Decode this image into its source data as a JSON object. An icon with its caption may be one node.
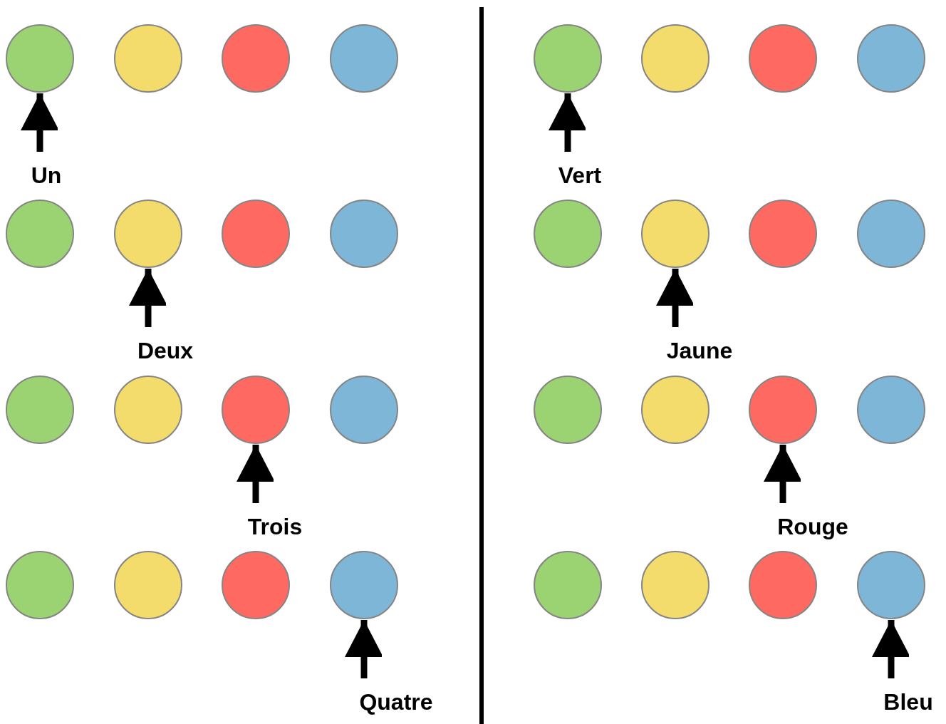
{
  "diagram": {
    "nodes": [
      {
        "text": [],
        "shape": "circle"
      },
      {
        "text": [],
        "shape": "circle"
      },
      {
        "text": [],
        "shape": "circle"
      },
      {
        "text": [],
        "shape": "circle"
      },
      {
        "text": [],
        "shape": "circle"
      },
      {
        "text": [],
        "shape": "circle"
      },
      {
        "text": [],
        "shape": "circle"
      },
      {
        "text": [],
        "shape": "circle"
      },
      {
        "text": [
          "Un"
        ]
      },
      {
        "text": [
          "Vert"
        ]
      },
      {
        "text": [],
        "shape": "circle"
      },
      {
        "text": [],
        "shape": "circle"
      },
      {
        "text": [],
        "shape": "circle"
      },
      {
        "text": [],
        "shape": "circle"
      },
      {
        "text": [],
        "shape": "circle"
      },
      {
        "text": [],
        "shape": "circle"
      },
      {
        "text": [],
        "shape": "circle"
      },
      {
        "text": [],
        "shape": "circle"
      },
      {
        "text": [
          "Deux"
        ]
      },
      {
        "text": [
          "Jaune"
        ]
      },
      {
        "text": [],
        "shape": "circle"
      },
      {
        "text": [],
        "shape": "circle"
      },
      {
        "text": [],
        "shape": "circle"
      },
      {
        "text": [],
        "shape": "circle"
      },
      {
        "text": [],
        "shape": "circle"
      },
      {
        "text": [],
        "shape": "circle"
      },
      {
        "text": [],
        "shape": "circle"
      },
      {
        "text": [],
        "shape": "circle"
      },
      {
        "text": [
          "Trois"
        ]
      },
      {
        "text": [
          "Rouge"
        ]
      },
      {
        "text": [],
        "shape": "circle"
      },
      {
        "text": [],
        "shape": "circle"
      },
      {
        "text": [],
        "shape": "circle"
      },
      {
        "text": [],
        "shape": "circle"
      },
      {
        "text": [],
        "shape": "circle"
      },
      {
        "text": [],
        "shape": "circle"
      },
      {
        "text": [],
        "shape": "circle"
      },
      {
        "text": [],
        "shape": "circle"
      },
      {
        "text": [
          "Quatre"
        ]
      },
      {
        "text": [
          "Bleu"
        ]
      }
    ],
    "edges": [
      {
        "from": 8,
        "to": 0,
        "arrow": "to"
      },
      {
        "from": 9,
        "to": 4,
        "arrow": "to"
      },
      {
        "from": 18,
        "to": 11,
        "arrow": "to"
      },
      {
        "from": 19,
        "to": 15,
        "arrow": "to"
      },
      {
        "from": 28,
        "to": 22,
        "arrow": "to"
      },
      {
        "from": 29,
        "to": 26,
        "arrow": "to"
      },
      {
        "from": 38,
        "to": 33,
        "arrow": "to"
      },
      {
        "from": 39,
        "to": 37,
        "arrow": "to"
      }
    ]
  }
}
